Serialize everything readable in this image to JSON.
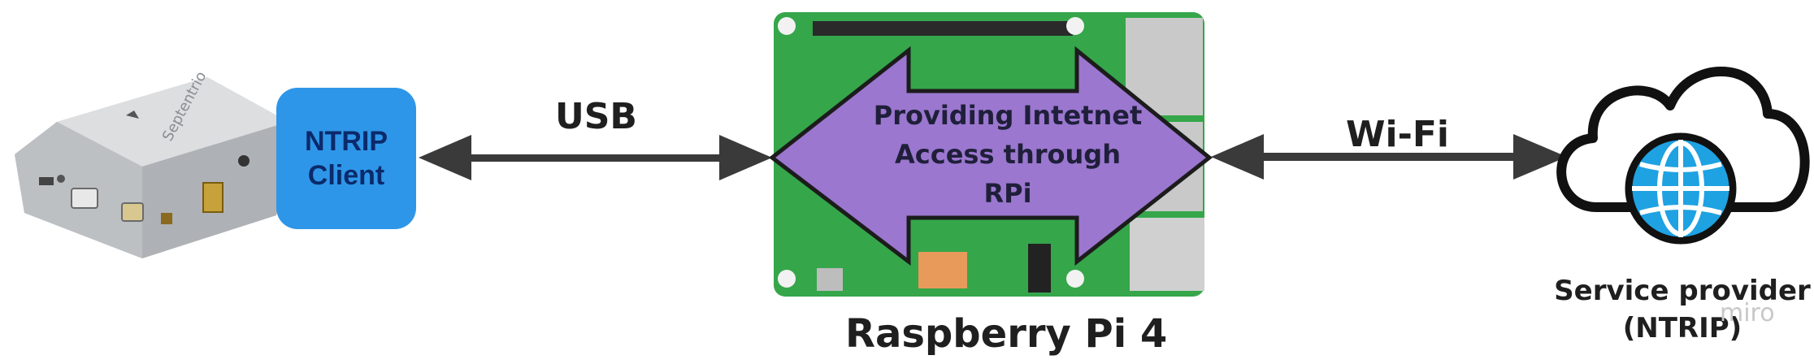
{
  "nodes": {
    "ntrip_client": {
      "line1": "NTRIP",
      "line2": "Client"
    },
    "raspberry_pi": {
      "title": "Raspberry Pi 4"
    },
    "service_provider": {
      "line1": "Service provider",
      "line2": "(NTRIP)"
    },
    "receiver": {
      "brand": "Septentrio"
    }
  },
  "connections": {
    "usb": "USB",
    "wifi": "Wi-Fi",
    "internet_access": {
      "line1": "Providing Intetnet",
      "line2": "Access through",
      "line3": "RPi"
    }
  },
  "watermark": "miro",
  "colors": {
    "ntrip_box": "#2e96e8",
    "arrow_fill": "#9b77cf",
    "globe": "#1ea2e2",
    "board_green": "#35a64a",
    "device_silver": "#c7c9cc"
  }
}
